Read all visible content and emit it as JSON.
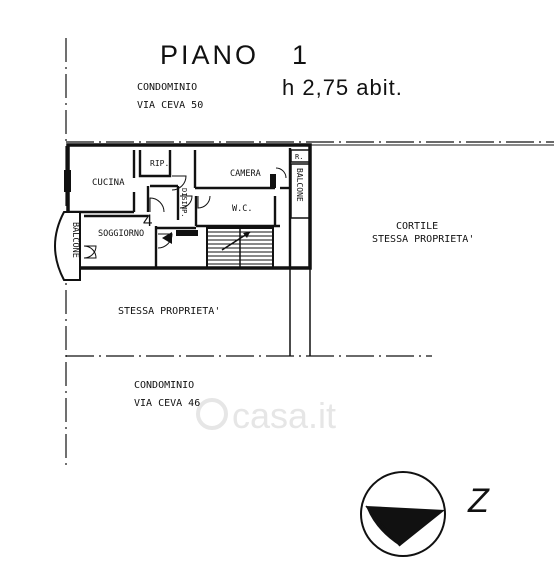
{
  "title": {
    "piano": "PIANO",
    "number": "1",
    "height": "h 2,75 abit."
  },
  "neighbors": {
    "top_name": "CONDOMINIO",
    "top_address": "VIA CEVA 50",
    "bottom_name": "CONDOMINIO",
    "bottom_address": "VIA CEVA 46"
  },
  "courtyard": {
    "line1": "CORTILE",
    "line2": "STESSA PROPRIETA'"
  },
  "lower_area": "STESSA PROPRIETA'",
  "rooms": {
    "cucina": "CUCINA",
    "rip": "RIP.",
    "camera": "CAMERA",
    "r": "R.",
    "disimp": "DISIMP.",
    "wc": "W.C.",
    "soggiorno": "SOGGIORNO",
    "balcone_left": "BALCONE",
    "balcone_right": "BALCONE"
  },
  "marker": "4",
  "watermark": "casa.it",
  "north_label": "Z"
}
